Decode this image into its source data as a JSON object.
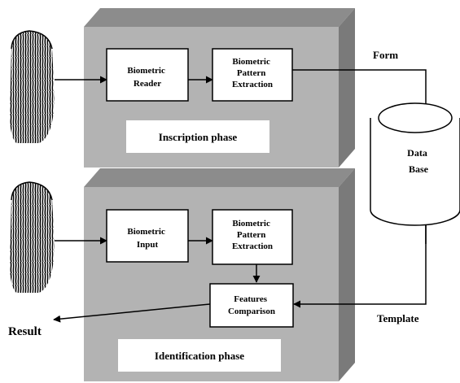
{
  "inscription": {
    "reader": [
      "Biometric",
      "Reader"
    ],
    "extraction": [
      "Biometric",
      "Pattern",
      "Extraction"
    ],
    "phase_label": "Inscription phase"
  },
  "identification": {
    "input": [
      "Biometric",
      "Input"
    ],
    "extraction": [
      "Biometric",
      "Pattern",
      "Extraction"
    ],
    "comparison": [
      "Features",
      "Comparison"
    ],
    "phase_label": "Identification phase"
  },
  "database": [
    "Data",
    "Base"
  ],
  "labels": {
    "form": "Form",
    "template": "Template",
    "result": "Result"
  },
  "colors": {
    "panel_front": "#b3b3b3",
    "panel_top": "#8c8c8c",
    "panel_side": "#7a7a7a",
    "box_fill": "#ffffff",
    "stroke": "#000000"
  }
}
